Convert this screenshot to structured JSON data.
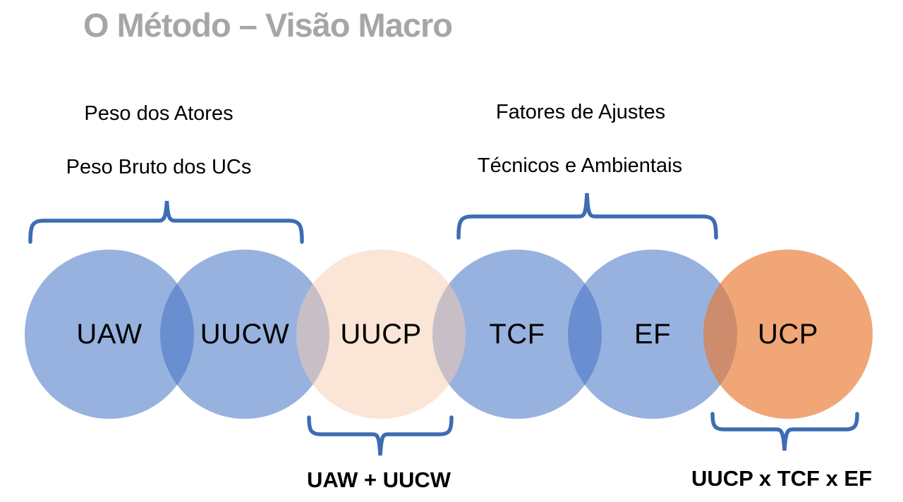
{
  "title": {
    "text": "O Método – Visão Macro",
    "color": "#A6A6A6"
  },
  "annotations": {
    "actors_weight": "Peso dos Atores",
    "uc_raw_weight": "Peso Bruto dos UCs",
    "adjust_factors_line1": "Fatores de Ajustes",
    "adjust_factors_line2": "Técnicos e Ambientais",
    "uucp_formula": "UAW + UUCW",
    "ucp_formula": "UUCP x TCF x EF"
  },
  "circles": [
    {
      "label": "UAW",
      "fill": "#98B1DE"
    },
    {
      "label": "UUCW",
      "fill": "#98B1DE"
    },
    {
      "label": "UUCP",
      "fill": "#FBE5D3"
    },
    {
      "label": "TCF",
      "fill": "#98B1DE"
    },
    {
      "label": "EF",
      "fill": "#98B1DE"
    },
    {
      "label": "UCP",
      "fill": "#F0A97B"
    }
  ],
  "colors": {
    "brace": "#3E6CB3",
    "blue_overlap": "#6C95CC",
    "blue_peach_overlap": "#C6BEBE",
    "blue_orange_overlap": "#BE8A72",
    "text": "#000000"
  }
}
